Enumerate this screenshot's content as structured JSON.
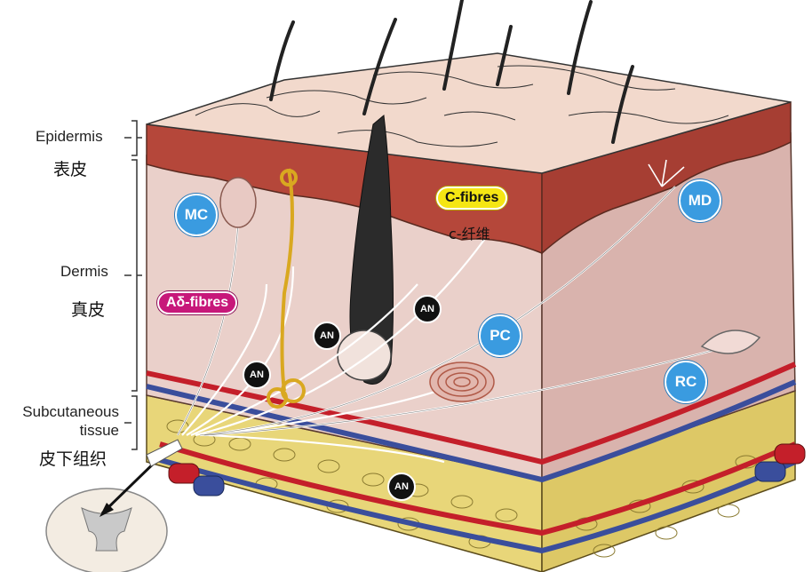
{
  "layers": {
    "epidermis": {
      "en": "Epidermis",
      "zh": "表皮"
    },
    "dermis": {
      "en": "Dermis",
      "zh": "真皮"
    },
    "subcutaneous": {
      "en_line1": "Subcutaneous",
      "en_line2": "tissue",
      "zh": "皮下组织"
    }
  },
  "receptors": {
    "mc": "MC",
    "md": "MD",
    "pc": "PC",
    "rc": "RC",
    "an": "AN"
  },
  "fibres": {
    "c_fibres": "C-fibres",
    "c_fibres_zh": "c-纤维",
    "a_delta": "Aδ-fibres"
  },
  "colors": {
    "skin_surface": "#f2d9cc",
    "epidermis": "#b5473a",
    "dermis": "#ead0ca",
    "dermis_side": "#d9b3ad",
    "fat": "#e8d679",
    "artery": "#c41f2a",
    "vein": "#3a4e9c",
    "badge_blue": "#3a9be0",
    "c_fibre_yellow": "#f5e613",
    "a_delta_magenta": "#c7187a"
  }
}
